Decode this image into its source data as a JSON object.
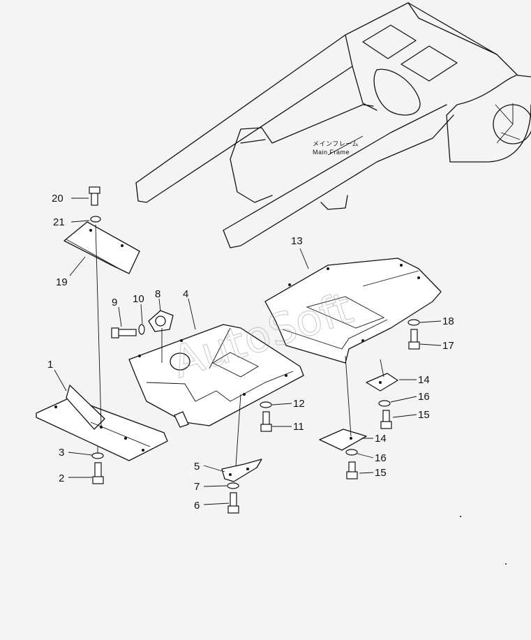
{
  "diagram": {
    "frame_label_jp": "メインフレーム",
    "frame_label_en": "Main Frame",
    "watermark": "AutoSoft",
    "callouts": [
      {
        "id": "c20",
        "text": "20"
      },
      {
        "id": "c21",
        "text": "21"
      },
      {
        "id": "c19",
        "text": "19"
      },
      {
        "id": "c9",
        "text": "9"
      },
      {
        "id": "c10",
        "text": "10"
      },
      {
        "id": "c8",
        "text": "8"
      },
      {
        "id": "c4",
        "text": "4"
      },
      {
        "id": "c1",
        "text": "1"
      },
      {
        "id": "c3",
        "text": "3"
      },
      {
        "id": "c2",
        "text": "2"
      },
      {
        "id": "c5",
        "text": "5"
      },
      {
        "id": "c7",
        "text": "7"
      },
      {
        "id": "c6",
        "text": "6"
      },
      {
        "id": "c12",
        "text": "12"
      },
      {
        "id": "c11",
        "text": "11"
      },
      {
        "id": "c13",
        "text": "13"
      },
      {
        "id": "c18",
        "text": "18"
      },
      {
        "id": "c17",
        "text": "17"
      },
      {
        "id": "c14a",
        "text": "14"
      },
      {
        "id": "c16a",
        "text": "16"
      },
      {
        "id": "c15a",
        "text": "15"
      },
      {
        "id": "c14b",
        "text": "14"
      },
      {
        "id": "c16b",
        "text": "16"
      },
      {
        "id": "c15b",
        "text": "15"
      }
    ]
  }
}
